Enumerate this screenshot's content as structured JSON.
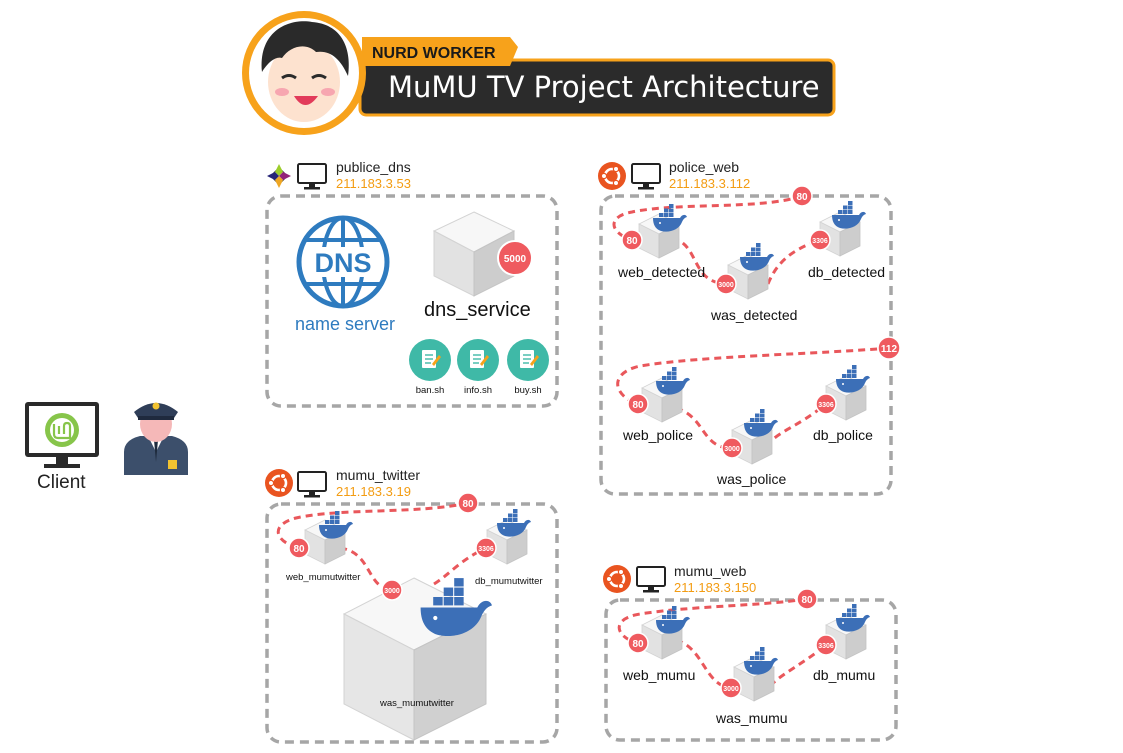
{
  "header": {
    "badge": "NURD WORKER",
    "title": "MuMU TV Project Architecture"
  },
  "client": {
    "label": "Client"
  },
  "servers": {
    "public_dns": {
      "name": "publice_dns",
      "ip": "211.183.3.53",
      "dns_logo_text": "DNS",
      "name_server_label": "name server",
      "service_label": "dns_service",
      "service_port": "5000",
      "scripts": [
        "ban.sh",
        "info.sh",
        "buy.sh"
      ]
    },
    "police_web": {
      "name": "police_web",
      "ip": "211.183.3.112",
      "group_ports": [
        "80",
        "112"
      ],
      "nodes": {
        "web_detected": {
          "label": "web_detected",
          "port": "80"
        },
        "was_detected": {
          "label": "was_detected",
          "port": "3000"
        },
        "db_detected": {
          "label": "db_detected",
          "port": "3306"
        },
        "web_police": {
          "label": "web_police",
          "port": "80"
        },
        "was_police": {
          "label": "was_police",
          "port": "3000"
        },
        "db_police": {
          "label": "db_police",
          "port": "3306"
        }
      }
    },
    "mumu_twitter": {
      "name": "mumu_twitter",
      "ip": "211.183.3.19",
      "group_port": "80",
      "nodes": {
        "web": {
          "label": "web_mumutwitter",
          "port": "80"
        },
        "was": {
          "label": "was_mumutwitter",
          "port": "3000"
        },
        "db": {
          "label": "db_mumutwitter",
          "port": "3306"
        }
      }
    },
    "mumu_web": {
      "name": "mumu_web",
      "ip": "211.183.3.150",
      "group_port": "80",
      "nodes": {
        "web": {
          "label": "web_mumu",
          "port": "80"
        },
        "was": {
          "label": "was_mumu",
          "port": "3000"
        },
        "db": {
          "label": "db_mumu",
          "port": "3306"
        }
      }
    }
  },
  "colors": {
    "dashed_border": "#a6a6a6",
    "link": "#e9575b",
    "port_badge": "#ef5a5f",
    "docker": "#3c6fb7",
    "ip": "#f39c12",
    "header_bg": "#2b2b2b",
    "header_badge": "#f7a21b",
    "ubuntu": "#e95420",
    "dns_blue": "#2e7bbf",
    "script_teal": "#3fb9a7"
  }
}
